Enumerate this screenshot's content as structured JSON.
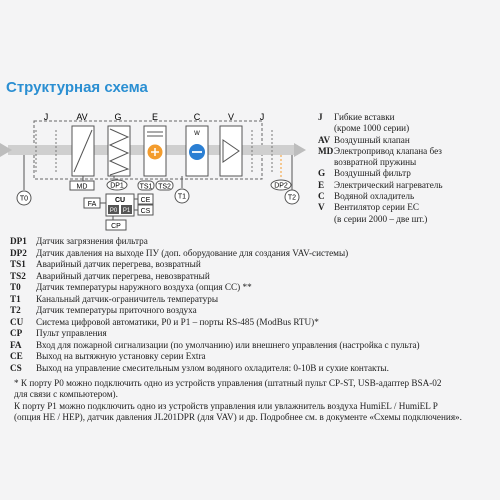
{
  "title": "Структурная схема",
  "diagram": {
    "modules": [
      {
        "code": "J"
      },
      {
        "code": "AV"
      },
      {
        "code": "G"
      },
      {
        "code": "E"
      },
      {
        "code": "C"
      },
      {
        "code": "V"
      },
      {
        "code": "J"
      }
    ],
    "sensors": {
      "t0": "T0",
      "md": "MD",
      "dp1": "DP1",
      "ts1": "TS1",
      "ts2": "TS2",
      "t1": "T1",
      "dp2": "DP2",
      "t2": "T2",
      "fa": "FA",
      "cu": "CU",
      "p0": "P0",
      "p1": "P1",
      "ce": "CE",
      "cs": "CS",
      "cp": "CP",
      "w": "W"
    }
  },
  "legend_right": [
    {
      "code": "J",
      "text": "Гибкие вставки"
    },
    {
      "code": "",
      "text": "(кроме 1000 серии)"
    },
    {
      "code": "AV",
      "text": "Воздушный клапан"
    },
    {
      "code": "MD",
      "text": "Электропривод клапана без"
    },
    {
      "code": "",
      "text": "возвратной пружины"
    },
    {
      "code": "G",
      "text": "Воздушный фильтр"
    },
    {
      "code": "E",
      "text": "Электрический нагреватель"
    },
    {
      "code": "C",
      "text": "Водяной охладитель"
    },
    {
      "code": "V",
      "text": "Вентилятор серии EC"
    },
    {
      "code": "",
      "text": "(в серии 2000 – две шт.)"
    }
  ],
  "legend_bottom": [
    {
      "code": "DP1",
      "text": "Датчик загрязнения фильтра"
    },
    {
      "code": "DP2",
      "text": "Датчик давления на выходе ПУ (доп. оборудование для создания VAV-системы)"
    },
    {
      "code": "TS1",
      "text": "Аварийный датчик перегрева, возвратный"
    },
    {
      "code": "TS2",
      "text": "Аварийный датчик перегрева, невозвратный"
    },
    {
      "code": "T0",
      "text": "Датчик температуры наружного воздуха (опция CC) **"
    },
    {
      "code": "T1",
      "text": "Канальный датчик-ограничитель температуры"
    },
    {
      "code": "T2",
      "text": "Датчик температуры приточного воздуха"
    },
    {
      "code": "CU",
      "text": "Система цифровой автоматики, P0 и P1 – порты RS-485 (ModBus RTU)*"
    },
    {
      "code": "CP",
      "text": "Пульт управления"
    },
    {
      "code": "FA",
      "text": "Вход для пожарной сигнализации (по умолчанию) или внешнего управления (настройка с пульта)"
    },
    {
      "code": "CE",
      "text": "Выход на вытяжную установку серии Extra"
    },
    {
      "code": "CS",
      "text": "Выход на управление смесительным узлом водяного охладителя: 0-10В и сухие контакты."
    }
  ],
  "notes": [
    "* К порту P0 можно подключить одно из устройств управления (штатный пульт CP-ST, USB-адаптер BSA-02\n   для связи с компьютером).",
    "   К порту P1 можно подключить одно из устройств управления или увлажнитель воздуха HumiEL / HumiEL P\n   (опция HE / HEP), датчик давления JL201DPR (для VAV) и др. Подробнее см. в документе «Схемы подключения»."
  ],
  "colors": {
    "title": "#2b8fd2",
    "heater_fill": "#f39c2d",
    "cooler_fill": "#2b7fd3",
    "duct": "#cfcfcf"
  }
}
